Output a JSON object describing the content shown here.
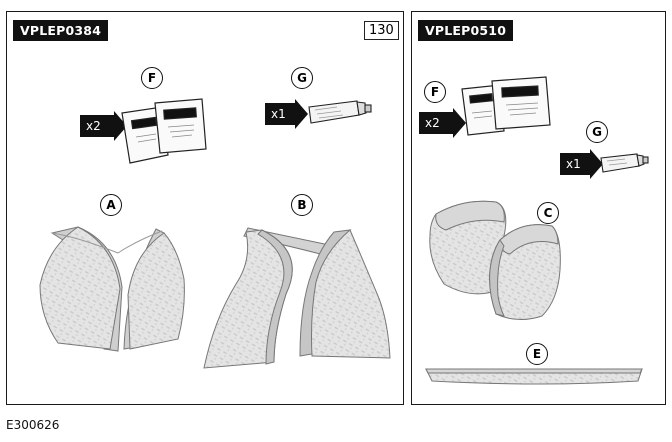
{
  "left_panel": {
    "code": "VPLEP0384",
    "page": "130"
  },
  "right_panel": {
    "code": "VPLEP0510"
  },
  "callouts": {
    "F": "F",
    "G": "G",
    "A": "A",
    "B": "B",
    "C": "C",
    "E": "E"
  },
  "quantities": {
    "two": "x2",
    "one": "x1"
  },
  "figure_ref": "E300626",
  "colors": {
    "badge": "#111111",
    "part_fill": "#e2e2e2",
    "part_shade": "#bdbdbd",
    "outline": "#555555"
  },
  "icons": [
    "arrow-right-icon",
    "sachet-icon",
    "tube-icon",
    "wheel-arch-icon",
    "mirror-cap-icon",
    "trim-strip-icon"
  ]
}
